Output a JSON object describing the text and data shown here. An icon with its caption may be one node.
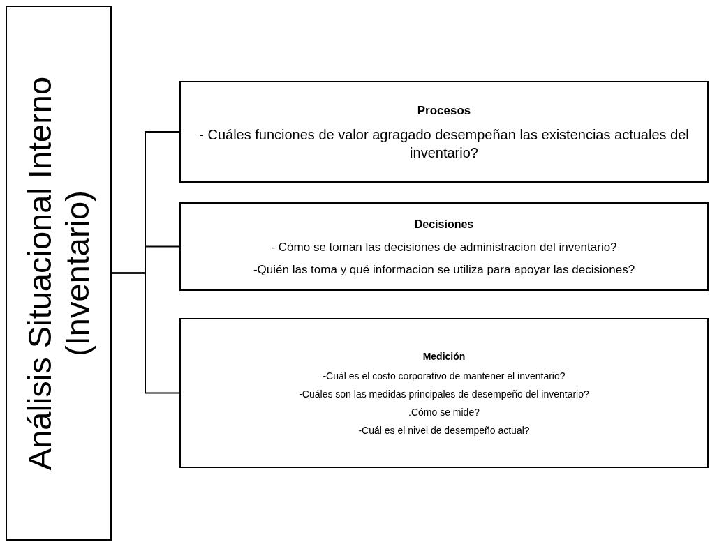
{
  "diagram": {
    "nodes": [
      {
        "text": [
          "Análisis Situacional Interno (Inventario)"
        ]
      },
      {
        "text": [
          "Procesos",
          "- Cuáles funciones de valor agragado desempeñan las existencias actuales del inventario?"
        ]
      },
      {
        "text": [
          "Decisiones",
          "- Cómo se toman las decisiones de administracion del inventario?",
          "-Quién las toma y qué informacion se utiliza para apoyar las decisiones?"
        ]
      },
      {
        "text": [
          "Medición",
          "-Cuál es el costo corporativo de mantener el inventario?",
          "-Cuáles son las medidas principales de desempeño del inventario?",
          ".Cómo se mide?",
          "-Cuál es el nivel de desempeño actual?"
        ]
      }
    ],
    "edges": [
      {
        "from": 0,
        "to": 1,
        "arrow": "none"
      },
      {
        "from": 0,
        "to": 2,
        "arrow": "none"
      },
      {
        "from": 0,
        "to": 3,
        "arrow": "none"
      }
    ]
  }
}
